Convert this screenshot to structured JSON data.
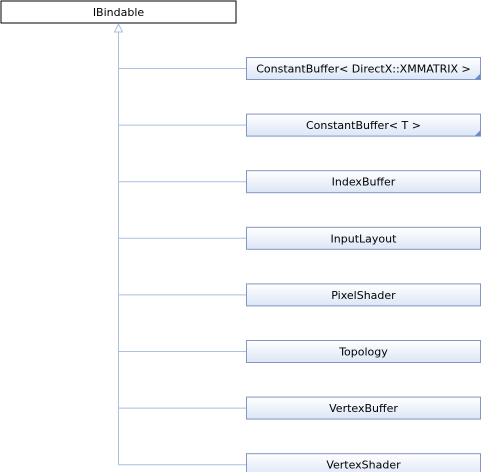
{
  "diagram": {
    "type": "class-inheritance",
    "base_class": {
      "label": "IBindable"
    },
    "derived_classes": [
      {
        "label": "ConstantBuffer< DirectX::XMMATRIX >",
        "has_corner_marker": true
      },
      {
        "label": "ConstantBuffer< T >",
        "has_corner_marker": true
      },
      {
        "label": "IndexBuffer",
        "has_corner_marker": false
      },
      {
        "label": "InputLayout",
        "has_corner_marker": false
      },
      {
        "label": "PixelShader",
        "has_corner_marker": false
      },
      {
        "label": "Topology",
        "has_corner_marker": false
      },
      {
        "label": "VertexBuffer",
        "has_corner_marker": false
      },
      {
        "label": "VertexShader",
        "has_corner_marker": false
      }
    ],
    "colors": {
      "base_fill": "#ffffff",
      "base_border": "#000000",
      "derived_fill_top": "#ffffff",
      "derived_fill_bottom": "#dce6f6",
      "derived_border": "#8496c1",
      "edge": "#a7c1e0",
      "marker": "#6b8ac6"
    }
  }
}
